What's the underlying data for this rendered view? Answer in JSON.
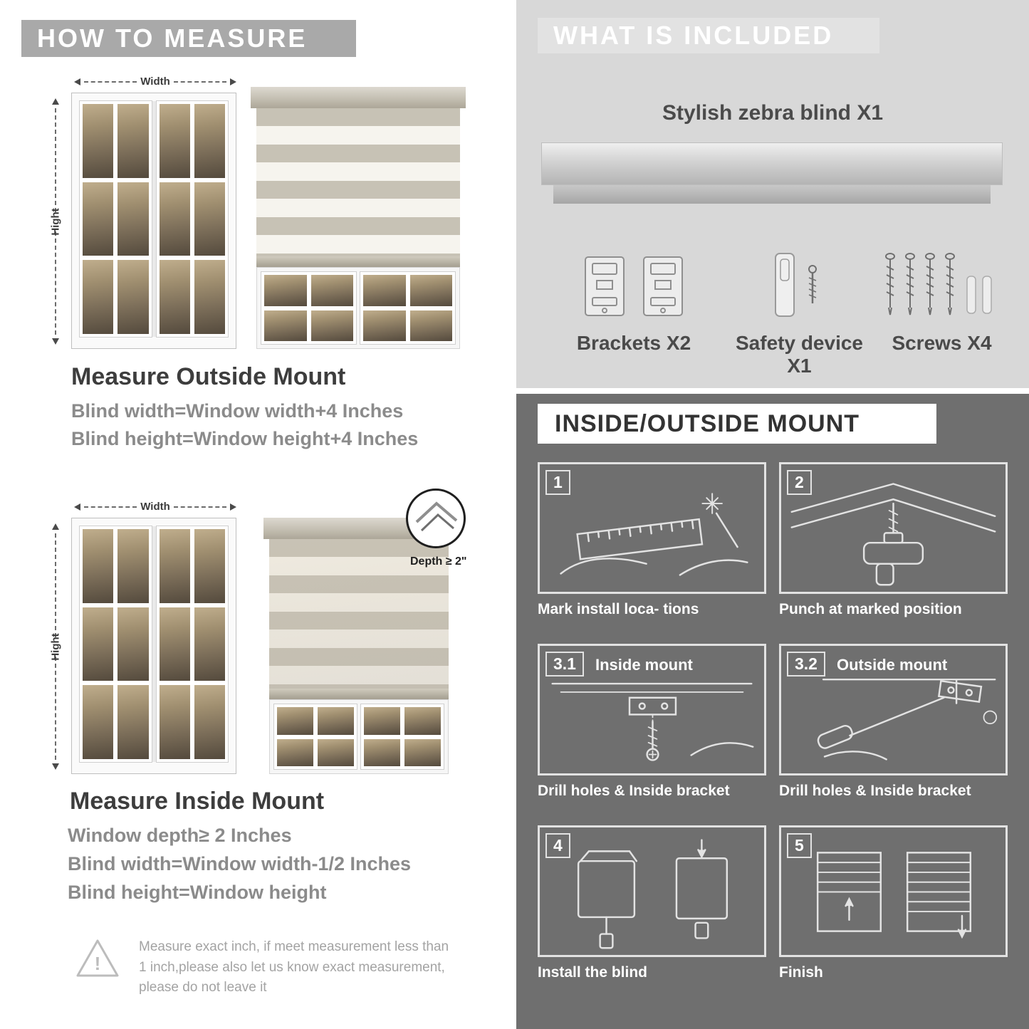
{
  "colors": {
    "banner_gray": "#a9a9a9",
    "included_bg": "#d8d8d8",
    "dark_bg": "#6f6f6f"
  },
  "left": {
    "banner": "HOW TO MEASURE",
    "labels": {
      "width": "Width",
      "height": "Hight",
      "depth": "Depth ≥ 2\""
    },
    "outside": {
      "heading": "Measure Outside Mount",
      "line1": "Blind width=Window width+4 Inches",
      "line2": "Blind height=Window height+4 Inches"
    },
    "inside": {
      "heading": "Measure Inside Mount",
      "line1": "Window depth≥ 2 Inches",
      "line2": "Blind width=Window width-1/2 Inches",
      "line3": "Blind height=Window height"
    },
    "warning": "Measure exact inch, if meet measurement less than 1 inch,please also let us know exact measurement, please do not leave it"
  },
  "included": {
    "banner": "WHAT IS INCLUDED",
    "product": "Stylish zebra blind X1",
    "parts": [
      {
        "label": "Brackets X2"
      },
      {
        "label": "Safety device X1"
      },
      {
        "label": "Screws X4"
      }
    ]
  },
  "mount": {
    "banner": "INSIDE/OUTSIDE MOUNT",
    "steps": [
      {
        "num": "1",
        "caption": "Mark install loca- tions"
      },
      {
        "num": "2",
        "caption": "Punch at  marked position"
      },
      {
        "num": "3.1",
        "label": "Inside mount",
        "caption": "Drill holes &  Inside bracket"
      },
      {
        "num": "3.2",
        "label": "Outside mount",
        "caption": "Drill holes &  Inside bracket"
      },
      {
        "num": "4",
        "caption": "Install the blind"
      },
      {
        "num": "5",
        "caption": "Finish"
      }
    ]
  }
}
